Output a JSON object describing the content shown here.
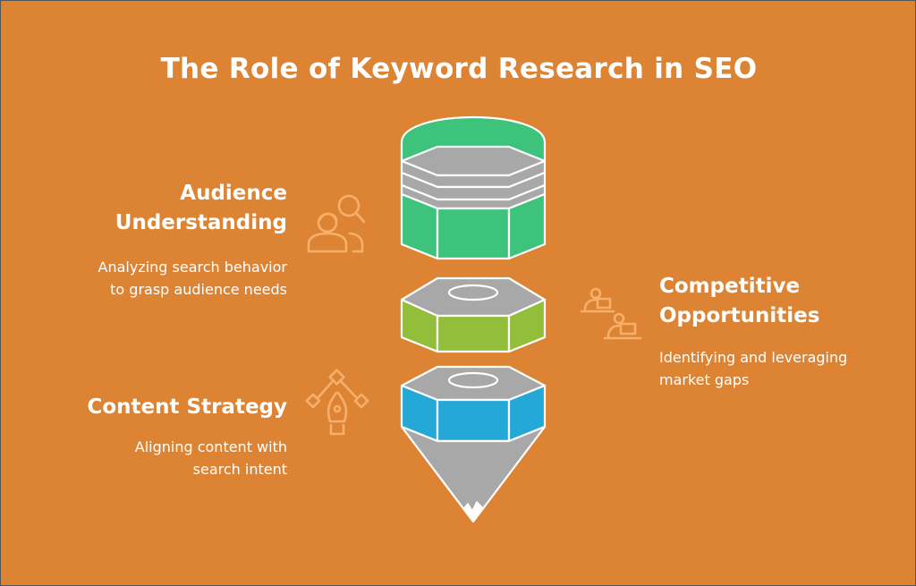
{
  "title": "The Role of Keyword Research in SEO",
  "colors": {
    "background": "#dd8434",
    "white": "#ffffff",
    "icon_stroke": "#f6b06c",
    "green_top": "#3ec37c",
    "lime": "#93be3c",
    "blue": "#23a8d8",
    "gray": "#a8a8a8",
    "outline": "#ffffff"
  },
  "sections": {
    "audience": {
      "heading_line1": "Audience",
      "heading_line2": "Understanding",
      "desc_line1": "Analyzing search behavior",
      "desc_line2": "to grasp audience needs",
      "icon": "people-search-icon"
    },
    "competitive": {
      "heading_line1": "Competitive",
      "heading_line2": "Opportunities",
      "desc_line1": "Identifying and leveraging",
      "desc_line2": "market gaps",
      "icon": "people-laptops-icon"
    },
    "content": {
      "heading": "Content Strategy",
      "desc_line1": "Aligning content with",
      "desc_line2": "search intent",
      "icon": "pen-nib-icon"
    }
  }
}
